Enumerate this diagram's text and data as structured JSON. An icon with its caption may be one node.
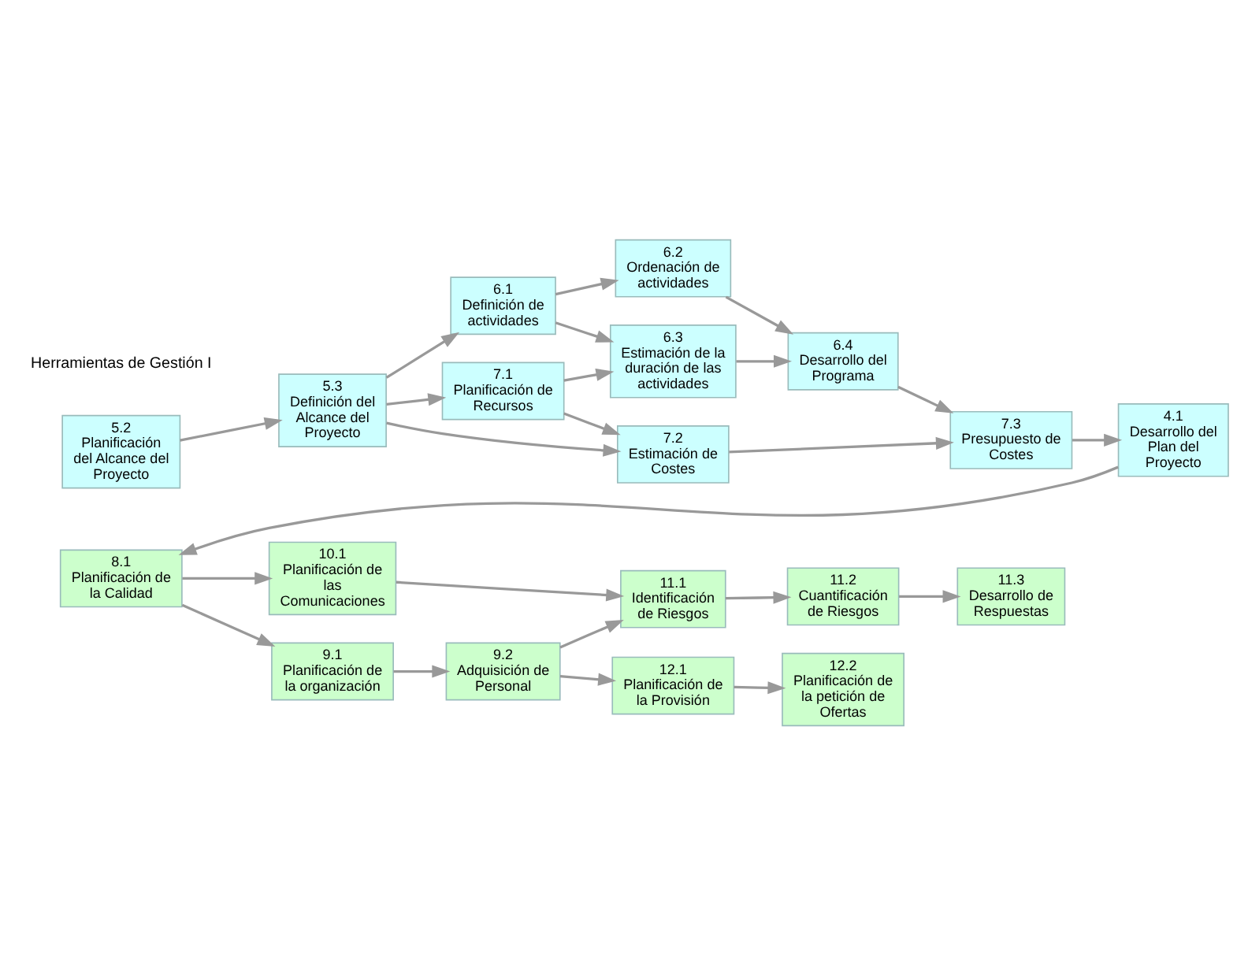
{
  "diagram": {
    "nodes": [
      {
        "text": [
          "5.2",
          "Planificación del Alcance del Proyecto"
        ]
      },
      {
        "text": [
          "5.3",
          "Definición del Alcance del Proyecto"
        ]
      },
      {
        "text": [
          "6.1",
          "Definición de actividades"
        ]
      },
      {
        "text": [
          "7.1",
          "Planificación de Recursos"
        ]
      },
      {
        "text": [
          "6.2",
          "Ordenación de actividades"
        ]
      },
      {
        "text": [
          "6.3",
          "Estimación de la duración de las actividades"
        ]
      },
      {
        "text": [
          "7.2",
          "Estimación de Costes"
        ]
      },
      {
        "text": [
          "6.4",
          "Desarrollo del Programa"
        ]
      },
      {
        "text": [
          "7.3",
          "Presupuesto de Costes"
        ]
      },
      {
        "text": [
          "4.1",
          "Desarrollo del Plan del Proyecto"
        ]
      },
      {
        "text": [
          "8.1",
          "Planificación de la Calidad"
        ]
      },
      {
        "text": [
          "10.1",
          "Planificación de las Comunicaciones"
        ]
      },
      {
        "text": [
          "11.1",
          "Identificación de Riesgos"
        ]
      },
      {
        "text": [
          "11.2",
          "Cuantificación de Riesgos"
        ]
      },
      {
        "text": [
          "11.3",
          "Desarrollo de Respuestas"
        ]
      },
      {
        "text": [
          "9.1",
          "Planificación de la organización"
        ]
      },
      {
        "text": [
          "9.2",
          "Adquisición de Personal"
        ]
      },
      {
        "text": [
          "12.1",
          "Planificación de la Provisión"
        ]
      },
      {
        "text": [
          "12.2",
          "Planificación de la petición de Ofertas"
        ]
      }
    ],
    "edges": [
      {
        "from": 0,
        "to": 1,
        "arrow": "to"
      },
      {
        "from": 1,
        "to": 2,
        "arrow": "to"
      },
      {
        "from": 1,
        "to": 3,
        "arrow": "to"
      },
      {
        "from": 1,
        "to": 6,
        "arrow": "to"
      },
      {
        "from": 2,
        "to": 4,
        "arrow": "to"
      },
      {
        "from": 2,
        "to": 5,
        "arrow": "to"
      },
      {
        "from": 3,
        "to": 5,
        "arrow": "to"
      },
      {
        "from": 3,
        "to": 6,
        "arrow": "to"
      },
      {
        "from": 4,
        "to": 7,
        "arrow": "to"
      },
      {
        "from": 5,
        "to": 7,
        "arrow": "to"
      },
      {
        "from": 7,
        "to": 8,
        "arrow": "to"
      },
      {
        "from": 6,
        "to": 8,
        "arrow": "to"
      },
      {
        "from": 8,
        "to": 9,
        "arrow": "to"
      },
      {
        "from": 9,
        "to": 10,
        "arrow": "to"
      },
      {
        "from": 10,
        "to": 11,
        "arrow": "to"
      },
      {
        "from": 11,
        "to": 12,
        "arrow": "to"
      },
      {
        "from": 12,
        "to": 13,
        "arrow": "to"
      },
      {
        "from": 13,
        "to": 14,
        "arrow": "to"
      },
      {
        "from": 10,
        "to": 15,
        "arrow": "to"
      },
      {
        "from": 15,
        "to": 16,
        "arrow": "to"
      },
      {
        "from": 16,
        "to": 12,
        "arrow": "to"
      },
      {
        "from": 16,
        "to": 17,
        "arrow": "to"
      },
      {
        "from": 17,
        "to": 18,
        "arrow": "to"
      }
    ],
    "labels": [
      "Herramientas de Gestión I"
    ]
  }
}
